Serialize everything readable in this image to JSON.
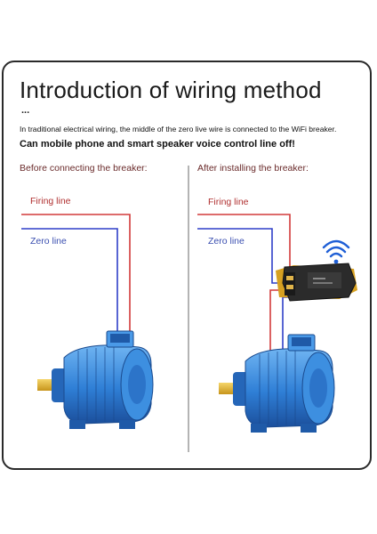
{
  "title": "Introduction of wiring method",
  "ellipsis": "...",
  "description_line1": "In traditional electrical wiring, the middle of the zero live wire is connected to the WiFi breaker.",
  "description_line2": "Can mobile phone and smart speaker voice control line off!",
  "left_panel": {
    "heading": "Before connecting the breaker:",
    "firing_label": "Firing line",
    "zero_label": "Zero line"
  },
  "right_panel": {
    "heading": "After installing the breaker:",
    "firing_label": "Firing line",
    "zero_label": "Zero line"
  },
  "colors": {
    "firing_wire": "#d23a3a",
    "zero_wire": "#2f3fc8",
    "motor_body": "#2f7fd6",
    "motor_shaft": "#e6b82a",
    "breaker_body": "#2b2b2b",
    "wifi_signal": "#1f5fd6",
    "divider": "#6a6a6a"
  },
  "icons": [
    "wifi-icon",
    "electric-motor-icon",
    "wifi-breaker-icon"
  ]
}
